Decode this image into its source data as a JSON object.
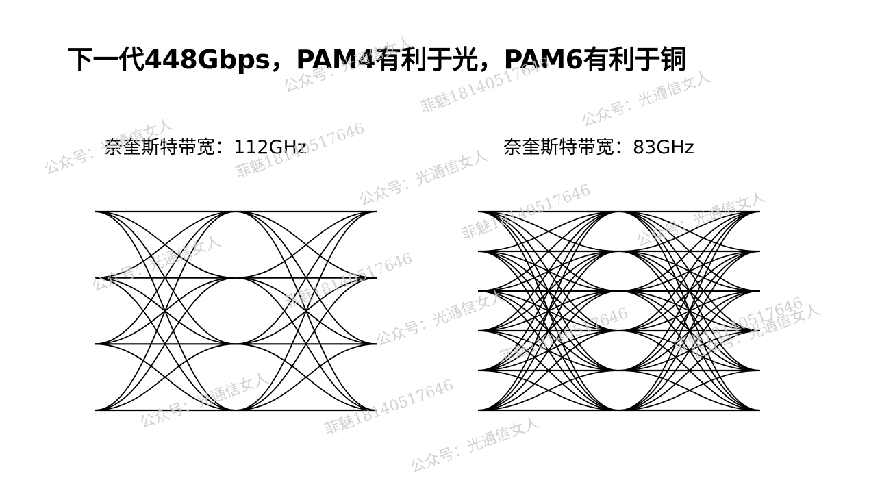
{
  "title": "下一代448Gbps，PAM4有利于光，PAM6有利于铜",
  "left_panel": {
    "label": "奈奎斯特带宽：112GHz",
    "levels": 4
  },
  "right_panel": {
    "label": "奈奎斯特带宽：83GHz",
    "levels": 6
  },
  "watermarks": [
    "公众号：光通信女人",
    "菲魅18140517646",
    "公众号：光通信女人",
    "公众号：光通信女人",
    "菲魅18140517646",
    "公众号：光通信女人",
    "菲魅18140517646",
    "公众号：光通信女人",
    "菲魅18140517646",
    "公众号：光通信女人",
    "菲魅18140517646",
    "公众号：光通信女人",
    "公众号：光通信女人",
    "菲魅18140517646",
    "公众号：光通信女人",
    "菲魅18140517646",
    "公众号：光通信女人"
  ]
}
